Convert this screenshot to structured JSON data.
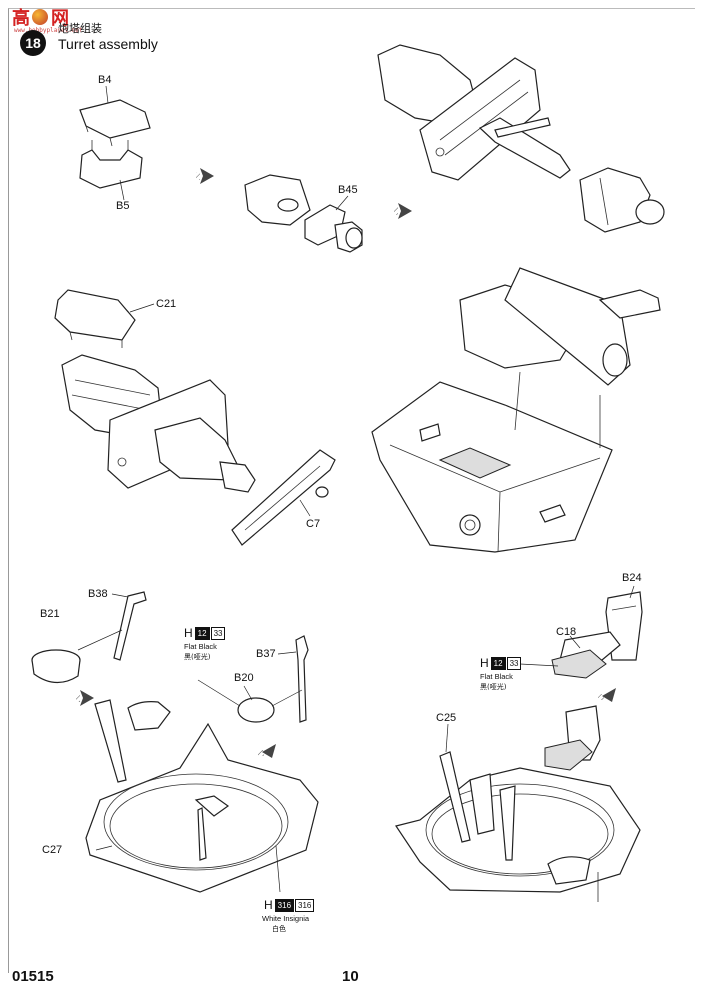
{
  "watermark": {
    "chars": [
      "高",
      "网"
    ],
    "subtext": "www.hobbyplanet.net"
  },
  "header": {
    "step_number": "18",
    "title_cn": "炮塔组装",
    "title_en": "Turret assembly"
  },
  "callouts": {
    "b4": "B4",
    "b5": "B5",
    "b45": "B45",
    "c21": "C21",
    "c7": "C7",
    "b38": "B38",
    "b21": "B21",
    "b37": "B37",
    "b20": "B20",
    "c27": "C27",
    "b24": "B24",
    "c18": "C18",
    "c25": "C25"
  },
  "paints": {
    "left_black": {
      "letter": "H",
      "code1": "12",
      "code2": "33",
      "name": "Flat Black",
      "name_cn": "黑(哑光)"
    },
    "right_black": {
      "letter": "H",
      "code1": "12",
      "code2": "33",
      "name": "Flat Black",
      "name_cn": "黑(哑光)"
    },
    "white": {
      "letter": "H",
      "code1": "316",
      "code2": "316",
      "name": "White Insignia",
      "name_cn": "白色"
    }
  },
  "footer": {
    "kit_number": "01515",
    "page_number": "10"
  }
}
